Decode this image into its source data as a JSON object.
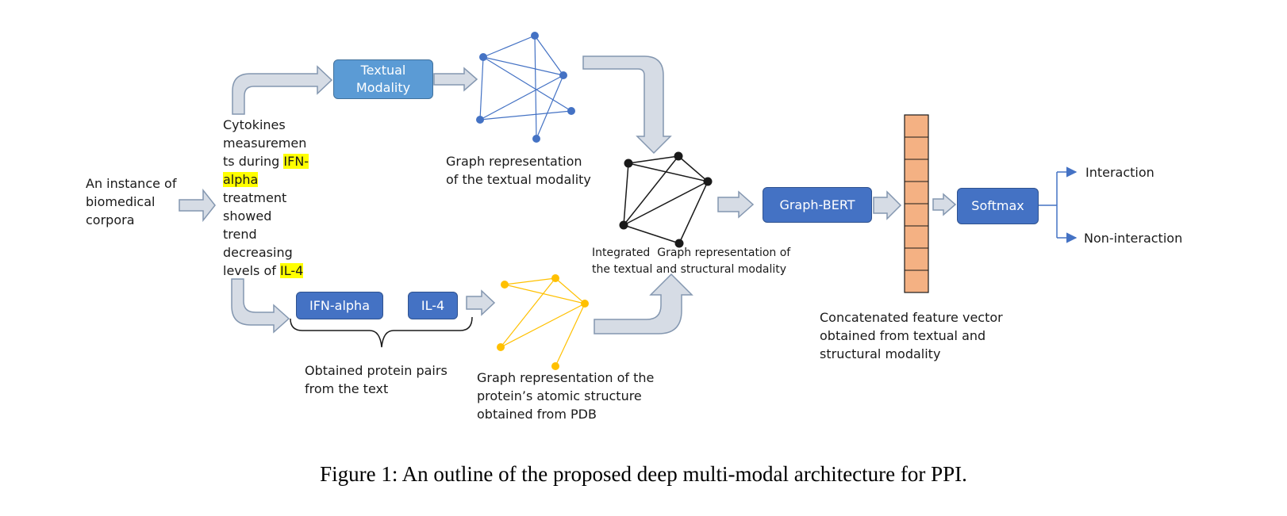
{
  "colors": {
    "blue_box": "#4472c4",
    "light_blue_box": "#5b9bd5",
    "arrow_fill": "#d6dce5",
    "arrow_stroke": "#8497b0",
    "graph_blue": "#4472c4",
    "graph_black": "#1a1a1a",
    "graph_yellow": "#ffc000",
    "vector_fill": "#f4b183",
    "highlight": "#ffff00"
  },
  "input_label": [
    "An instance of",
    "biomedical",
    "corpora"
  ],
  "sentence": {
    "l1": "Cytokines",
    "l2": "measuremen",
    "l3a": "ts during ",
    "l3b": "IFN-",
    "l4": "alpha",
    "l5": "treatment",
    "l6": "showed",
    "l7": "trend",
    "l8": "decreasing",
    "l9a": "levels of ",
    "l9b": "IL-4"
  },
  "boxes": {
    "textual_line1": "Textual",
    "textual_line2": "Modality",
    "ifn_alpha": "IFN-alpha",
    "il4": "IL-4",
    "graph_bert": "Graph-BERT",
    "softmax": "Softmax"
  },
  "labels": {
    "textual_graph": [
      "Graph representation",
      "of the textual modality"
    ],
    "protein_pairs": [
      "Obtained protein pairs",
      "from the text"
    ],
    "structural_graph": [
      "Graph representation of the",
      "protein’s atomic structure",
      "obtained from PDB"
    ],
    "integrated_graph": [
      "Integrated  Graph representation of",
      "the textual and structural modality"
    ],
    "feature_vector": [
      "Concatenated feature vector",
      "obtained from textual and",
      "structural modality"
    ]
  },
  "outputs": [
    "Interaction",
    "Non-interaction"
  ],
  "caption": "Figure 1: An outline of the proposed deep multi-modal architecture for PPI."
}
